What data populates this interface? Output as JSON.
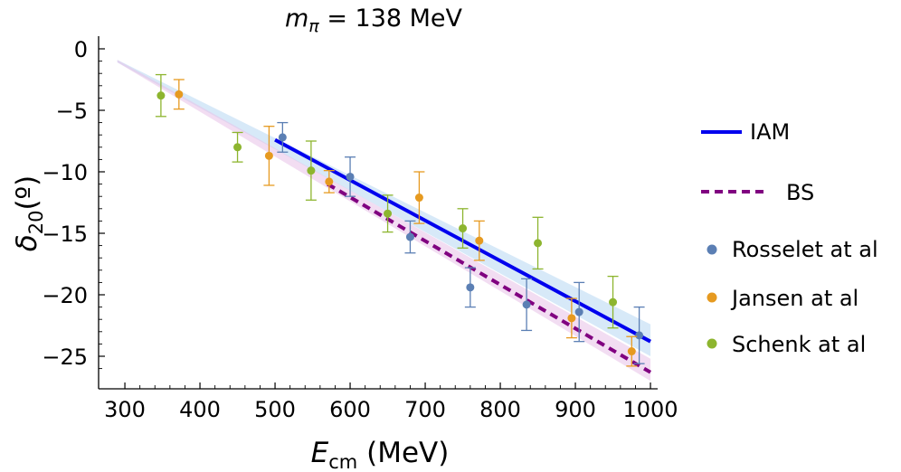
{
  "chart_data": {
    "type": "line",
    "title": {
      "symbol": "m",
      "subscript": "π",
      "rest": " = 138 MeV"
    },
    "xlabel": {
      "symbol": "E",
      "subscript": "cm",
      "rest": " (MeV)"
    },
    "ylabel": {
      "symbol": "δ",
      "subscript": "20",
      "rest": "(º)"
    },
    "xlim": [
      265,
      1010
    ],
    "ylim": [
      -26.3,
      0.2
    ],
    "x_ticks": [
      300,
      400,
      500,
      600,
      700,
      800,
      900,
      1000
    ],
    "y_ticks": [
      0,
      -5,
      -10,
      -15,
      -20,
      -25
    ],
    "y_tick_labels": [
      "0",
      "−5",
      "−10",
      "−15",
      "−20",
      "−25"
    ],
    "grid": false,
    "legend_position": "right",
    "series": [
      {
        "name": "IAM",
        "kind": "line",
        "color": "#0000ee",
        "style": "solid",
        "x": [
          500,
          1000
        ],
        "y": [
          -7.4,
          -23.8
        ],
        "band": {
          "color": "#b7d7f2",
          "x": [
            290,
            1000
          ],
          "upper": [
            -0.9,
            -22.4
          ],
          "lower": [
            -1.1,
            -25.0
          ]
        }
      },
      {
        "name": "BS",
        "kind": "line",
        "color": "#800080",
        "style": "dashed",
        "x": [
          570,
          1000
        ],
        "y": [
          -11.0,
          -26.3
        ],
        "band": {
          "color": "#e7c1e7",
          "x": [
            290,
            1000
          ],
          "upper": [
            -0.9,
            -25.2
          ],
          "lower": [
            -1.1,
            -27.0
          ]
        }
      },
      {
        "name": "Rosselet at al",
        "kind": "errorbar",
        "color": "#5b7fb4",
        "points": [
          {
            "x": 510,
            "y": -7.2,
            "err": 1.2
          },
          {
            "x": 600,
            "y": -10.4,
            "err": 1.6
          },
          {
            "x": 680,
            "y": -15.3,
            "err": 1.3
          },
          {
            "x": 760,
            "y": -19.4,
            "err": 1.6
          },
          {
            "x": 835,
            "y": -20.8,
            "err": 2.1
          },
          {
            "x": 905,
            "y": -21.4,
            "err": 2.4
          },
          {
            "x": 985,
            "y": -23.3,
            "err": 2.3
          }
        ]
      },
      {
        "name": "Jansen at al",
        "kind": "errorbar",
        "color": "#e69a20",
        "points": [
          {
            "x": 372,
            "y": -3.7,
            "err": 1.2
          },
          {
            "x": 492,
            "y": -8.7,
            "err": 2.4
          },
          {
            "x": 572,
            "y": -10.8,
            "err": 0.9
          },
          {
            "x": 692,
            "y": -12.1,
            "err": 2.1
          },
          {
            "x": 772,
            "y": -15.6,
            "err": 1.6
          },
          {
            "x": 895,
            "y": -21.9,
            "err": 1.6
          },
          {
            "x": 975,
            "y": -24.6,
            "err": 1.2
          }
        ]
      },
      {
        "name": "Schenk at al",
        "kind": "errorbar",
        "color": "#8db52f",
        "points": [
          {
            "x": 348,
            "y": -3.8,
            "err": 1.7
          },
          {
            "x": 450,
            "y": -8.0,
            "err": 1.2
          },
          {
            "x": 548,
            "y": -9.9,
            "err": 2.4
          },
          {
            "x": 650,
            "y": -13.4,
            "err": 1.5
          },
          {
            "x": 750,
            "y": -14.6,
            "err": 1.6
          },
          {
            "x": 850,
            "y": -15.8,
            "err": 2.1
          },
          {
            "x": 950,
            "y": -20.6,
            "err": 2.1
          }
        ]
      }
    ]
  }
}
